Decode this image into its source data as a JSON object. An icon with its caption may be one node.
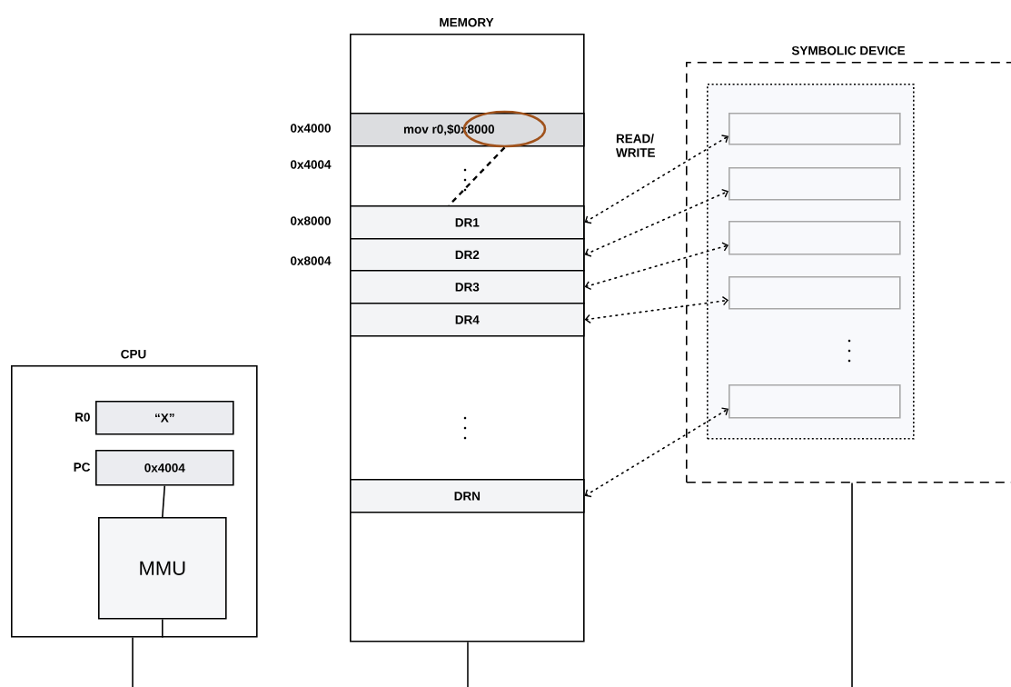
{
  "diagram": {
    "nodes": [
      {
        "text": [
          "CPU"
        ]
      },
      {
        "text": [
          "“X”"
        ],
        "beside": [
          "R0"
        ],
        "in": 0
      },
      {
        "text": [
          "0x4004"
        ],
        "beside": [
          "PC"
        ],
        "in": 0
      },
      {
        "text": [
          "MMU"
        ],
        "in": 0
      },
      {
        "text": [
          "MEMORY"
        ]
      },
      {
        "text": [
          "mov r0,$0x8000"
        ],
        "in": 4
      },
      {
        "text": [
          "DR1"
        ],
        "in": 4
      },
      {
        "text": [
          "DR2"
        ],
        "in": 4
      },
      {
        "text": [
          "DR3"
        ],
        "in": 4
      },
      {
        "text": [
          "DR4"
        ],
        "in": 4
      },
      {
        "text": [
          "DRN"
        ],
        "in": 4
      },
      {
        "text": [],
        "shape": "ellipse",
        "in": 5
      },
      {
        "text": [
          "SYMBOLIC DEVICE"
        ]
      },
      {
        "text": [],
        "shape": "box",
        "in": 12
      },
      {
        "text": [],
        "shape": "box",
        "in": 13
      },
      {
        "text": [],
        "shape": "box",
        "in": 13
      },
      {
        "text": [],
        "shape": "box",
        "in": 13
      },
      {
        "text": [],
        "shape": "box",
        "in": 13
      },
      {
        "text": [],
        "shape": "box",
        "in": 13
      }
    ],
    "edges": [
      {
        "from": 2,
        "to": 3,
        "arrow": "none"
      },
      {
        "from": 3,
        "to": 0,
        "arrow": "none"
      },
      {
        "from": 0,
        "to": null,
        "arrow": "none"
      },
      {
        "from": 4,
        "to": null,
        "arrow": "none"
      },
      {
        "from": 12,
        "to": null,
        "arrow": "none"
      },
      {
        "from": 11,
        "to": 6,
        "arrow": "none",
        "style": "dashed"
      },
      {
        "from": 6,
        "to": 14,
        "arrow": "both",
        "style": "dashed"
      },
      {
        "from": 7,
        "to": 15,
        "arrow": "both",
        "style": "dashed"
      },
      {
        "from": 8,
        "to": 16,
        "arrow": "both",
        "style": "dashed"
      },
      {
        "from": 9,
        "to": 17,
        "arrow": "both",
        "style": "dashed"
      },
      {
        "from": 10,
        "to": 18,
        "arrow": "both",
        "style": "dashed"
      }
    ],
    "labels": [
      "0x4000",
      "READ/ WRITE",
      "0x4004",
      "0x8000",
      "0x8004"
    ]
  }
}
